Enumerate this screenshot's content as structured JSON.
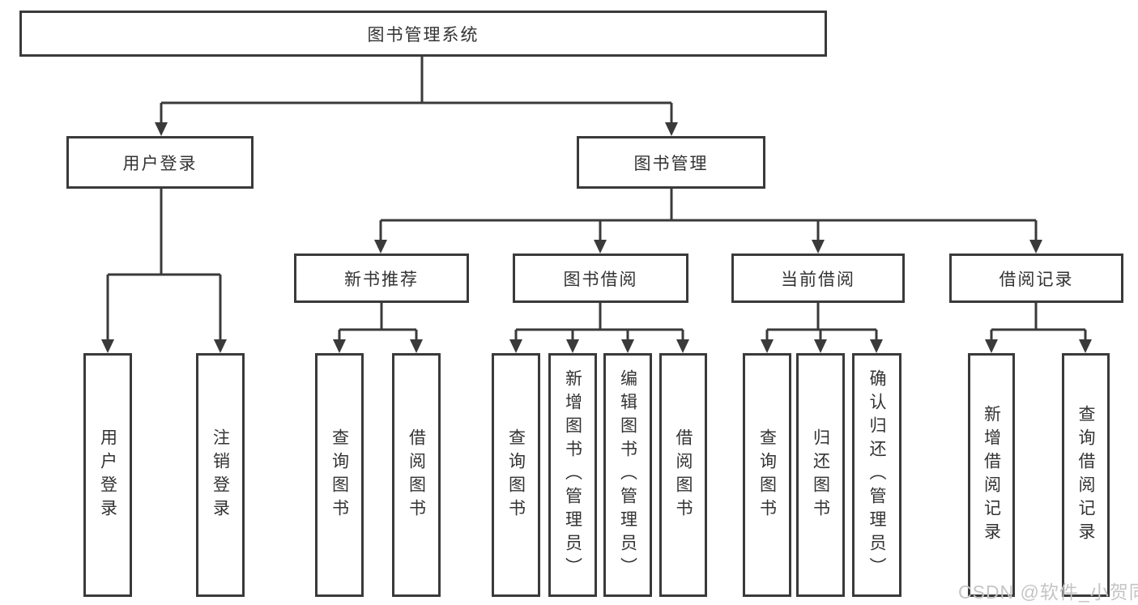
{
  "tree": {
    "root": {
      "label": "图书管理系统",
      "children": [
        {
          "label": "用户登录",
          "children": [
            {
              "label": "用户登录"
            },
            {
              "label": "注销登录"
            }
          ]
        },
        {
          "label": "图书管理",
          "children": [
            {
              "label": "新书推荐",
              "children": [
                {
                  "label": "查询图书"
                },
                {
                  "label": "借阅图书"
                }
              ]
            },
            {
              "label": "图书借阅",
              "children": [
                {
                  "label": "查询图书"
                },
                {
                  "label": "新增图书（管理员）"
                },
                {
                  "label": "编辑图书（管理员）"
                },
                {
                  "label": "借阅图书"
                }
              ]
            },
            {
              "label": "当前借阅",
              "children": [
                {
                  "label": "查询图书"
                },
                {
                  "label": "归还图书"
                },
                {
                  "label": "确认归还（管理员）"
                }
              ]
            },
            {
              "label": "借阅记录",
              "children": [
                {
                  "label": "新增借阅记录"
                },
                {
                  "label": "查询借阅记录"
                }
              ]
            }
          ]
        }
      ]
    }
  },
  "watermark": {
    "label": "CSDN @软件_小贺同学"
  },
  "colors": {
    "line": "#3a3a3a",
    "text": "#333333",
    "watermark": "#c5c5c5",
    "background": "#ffffff"
  }
}
